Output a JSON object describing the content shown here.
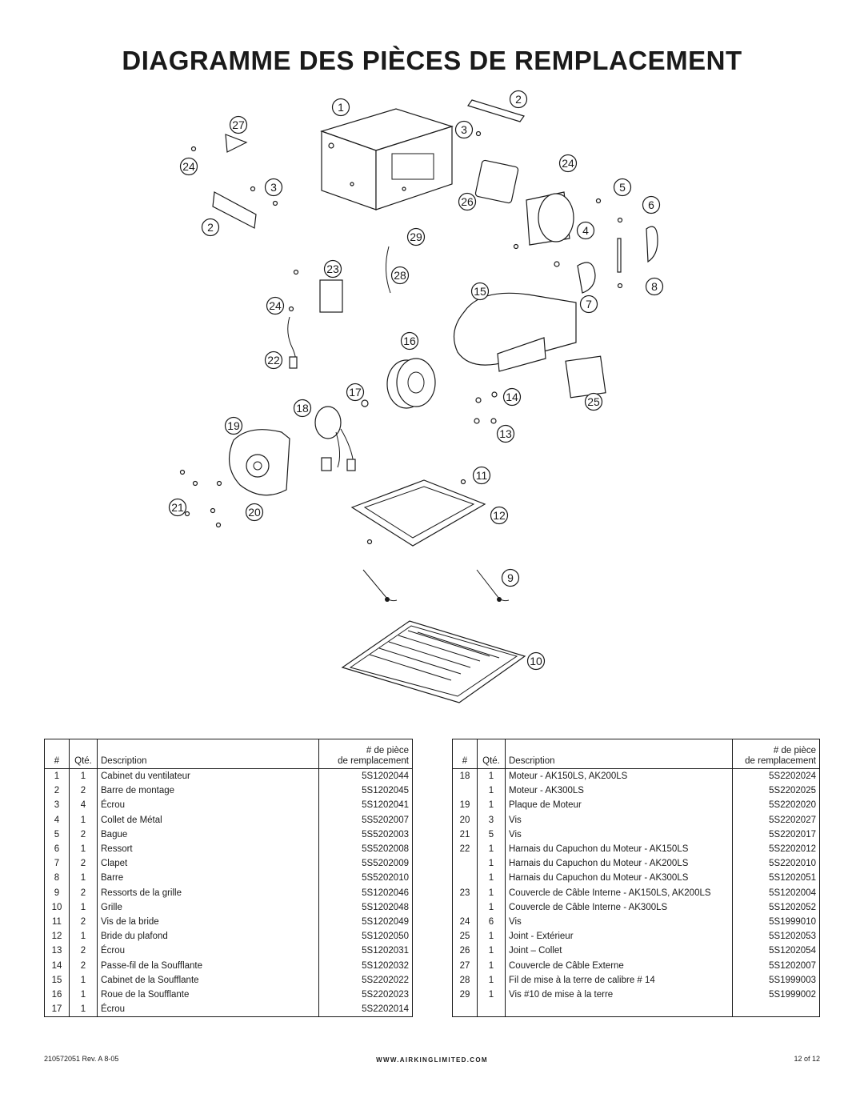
{
  "title": "DIAGRAMME DES PIÈCES DE REMPLACEMENT",
  "callouts": [
    "1",
    "2",
    "27",
    "3",
    "24",
    "3",
    "24",
    "5",
    "26",
    "6",
    "2",
    "29",
    "4",
    "23",
    "28",
    "15",
    "8",
    "24",
    "7",
    "16",
    "22",
    "17",
    "14",
    "25",
    "18",
    "19",
    "13",
    "11",
    "21",
    "20",
    "12",
    "9",
    "10"
  ],
  "table_headers": {
    "num": "#",
    "qty": "Qté.",
    "desc": "Description",
    "part_line1": "# de pièce",
    "part_line2": "de remplacement"
  },
  "left_rows": [
    {
      "num": "1",
      "qty": "1",
      "desc": "Cabinet du ventilateur",
      "part": "5S1202044"
    },
    {
      "num": "2",
      "qty": "2",
      "desc": "Barre de montage",
      "part": "5S1202045"
    },
    {
      "num": "3",
      "qty": "4",
      "desc": "Écrou",
      "part": "5S1202041"
    },
    {
      "num": "4",
      "qty": "1",
      "desc": "Collet de Métal",
      "part": "5S5202007"
    },
    {
      "num": "5",
      "qty": "2",
      "desc": "Bague",
      "part": "5S5202003"
    },
    {
      "num": "6",
      "qty": "1",
      "desc": "Ressort",
      "part": "5S5202008"
    },
    {
      "num": "7",
      "qty": "2",
      "desc": "Clapet",
      "part": "5S5202009"
    },
    {
      "num": "8",
      "qty": "1",
      "desc": "Barre",
      "part": "5S5202010"
    },
    {
      "num": "9",
      "qty": "2",
      "desc": "Ressorts de la grille",
      "part": "5S1202046"
    },
    {
      "num": "10",
      "qty": "1",
      "desc": "Grille",
      "part": "5S1202048"
    },
    {
      "num": "11",
      "qty": "2",
      "desc": "Vis de la bride",
      "part": "5S1202049"
    },
    {
      "num": "12",
      "qty": "1",
      "desc": "Bride du plafond",
      "part": "5S1202050"
    },
    {
      "num": "13",
      "qty": "2",
      "desc": "Écrou",
      "part": "5S1202031"
    },
    {
      "num": "14",
      "qty": "2",
      "desc": "Passe-fil de la Soufflante",
      "part": "5S1202032"
    },
    {
      "num": "15",
      "qty": "1",
      "desc": "Cabinet de la Soufflante",
      "part": "5S2202022"
    },
    {
      "num": "16",
      "qty": "1",
      "desc": "Roue de la Soufflante",
      "part": "5S2202023"
    },
    {
      "num": "17",
      "qty": "1",
      "desc": "Écrou",
      "part": "5S2202014"
    }
  ],
  "right_rows": [
    {
      "num": "18",
      "qty": "1",
      "desc": "Moteur - AK150LS, AK200LS",
      "part": "5S2202024"
    },
    {
      "num": "",
      "qty": "1",
      "desc": "Moteur - AK300LS",
      "part": "5S2202025"
    },
    {
      "num": "19",
      "qty": "1",
      "desc": "Plaque de Moteur",
      "part": "5S2202020"
    },
    {
      "num": "20",
      "qty": "3",
      "desc": "Vis",
      "part": "5S2202027"
    },
    {
      "num": "21",
      "qty": "5",
      "desc": "Vis",
      "part": "5S2202017"
    },
    {
      "num": "22",
      "qty": "1",
      "desc": "Harnais du Capuchon du Moteur - AK150LS",
      "part": "5S2202012"
    },
    {
      "num": "",
      "qty": "1",
      "desc": "Harnais du Capuchon du Moteur - AK200LS",
      "part": "5S2202010"
    },
    {
      "num": "",
      "qty": "1",
      "desc": "Harnais du Capuchon du Moteur - AK300LS",
      "part": "5S1202051"
    },
    {
      "num": "23",
      "qty": "1",
      "desc": "Couvercle de Câble Interne - AK150LS, AK200LS",
      "part": "5S1202004"
    },
    {
      "num": "",
      "qty": "1",
      "desc": "Couvercle de Câble Interne - AK300LS",
      "part": "5S1202052"
    },
    {
      "num": "24",
      "qty": "6",
      "desc": "Vis",
      "part": "5S1999010"
    },
    {
      "num": "25",
      "qty": "1",
      "desc": "Joint - Extérieur",
      "part": "5S1202053"
    },
    {
      "num": "26",
      "qty": "1",
      "desc": "Joint – Collet",
      "part": "5S1202054"
    },
    {
      "num": "27",
      "qty": "1",
      "desc": "Couvercle de Câble Externe",
      "part": "5S1202007"
    },
    {
      "num": "28",
      "qty": "1",
      "desc": "Fil de mise à la terre de calibre # 14",
      "part": "5S1999003"
    },
    {
      "num": "29",
      "qty": "1",
      "desc": "Vis #10 de mise à la terre",
      "part": "5S1999002"
    },
    {
      "num": "",
      "qty": "",
      "desc": "",
      "part": ""
    }
  ],
  "footer": {
    "doc_number": "210572051 Rev. A 8-05",
    "website": "WWW.AIRKINGLIMITED.COM",
    "page": "12 of 12"
  }
}
